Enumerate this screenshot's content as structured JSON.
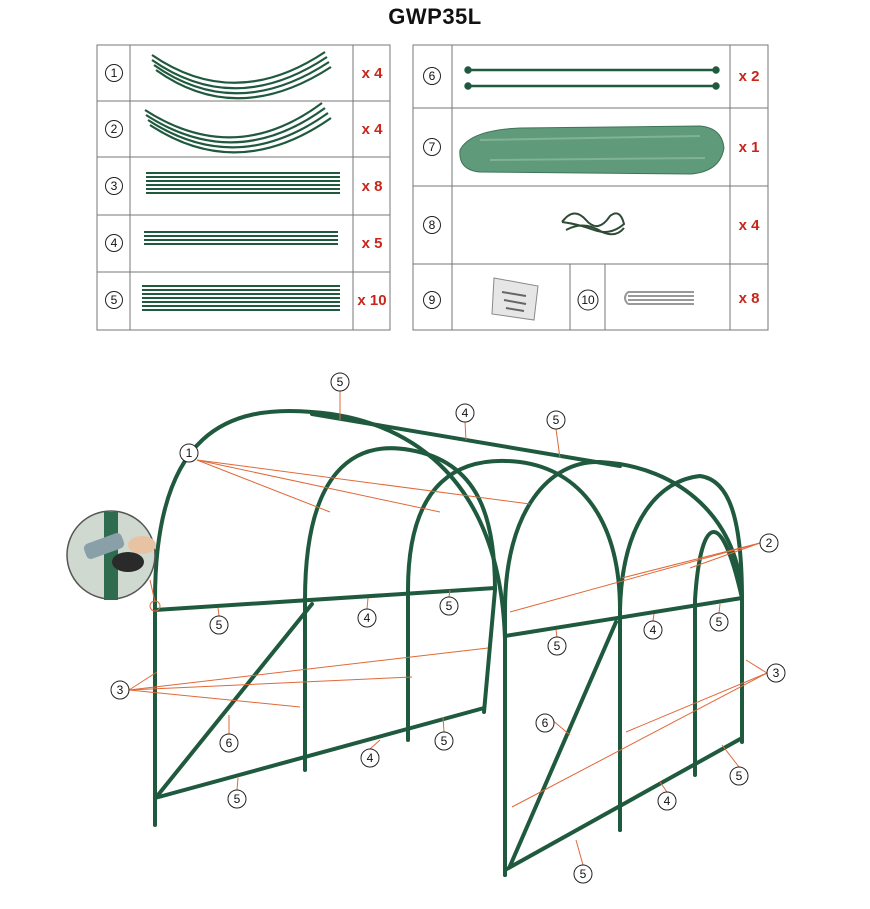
{
  "title": "GWP35L",
  "colors": {
    "frame": "#1f5a3e",
    "leader": "#e0693a",
    "quantity": "#c8261a",
    "grid": "#777777"
  },
  "parts_left": [
    {
      "num": "1",
      "qty": "x 4",
      "icon": "curved-arch-tubes"
    },
    {
      "num": "2",
      "qty": "x 4",
      "icon": "curved-arch-tubes"
    },
    {
      "num": "3",
      "qty": "x 8",
      "icon": "straight-long-tubes"
    },
    {
      "num": "4",
      "qty": "x 5",
      "icon": "straight-medium-tubes"
    },
    {
      "num": "5",
      "qty": "x 10",
      "icon": "straight-short-tubes"
    }
  ],
  "parts_right": [
    {
      "num": "6",
      "qty": "x 2",
      "icon": "diagonal-brace-rods"
    },
    {
      "num": "7",
      "qty": "x 1",
      "icon": "pe-cover-roll"
    },
    {
      "num": "8",
      "qty": "x 4",
      "icon": "guy-rope"
    },
    {
      "num": "9",
      "qty": "",
      "icon": "fastener-bag"
    },
    {
      "num": "10",
      "qty": "x 8",
      "icon": "ground-pegs"
    }
  ],
  "frame_callouts": [
    "5",
    "4",
    "5",
    "1",
    "2",
    "5",
    "4",
    "5",
    "5",
    "4",
    "5",
    "3",
    "3",
    "6",
    "4",
    "5",
    "5",
    "6",
    "5",
    "4",
    "5"
  ]
}
